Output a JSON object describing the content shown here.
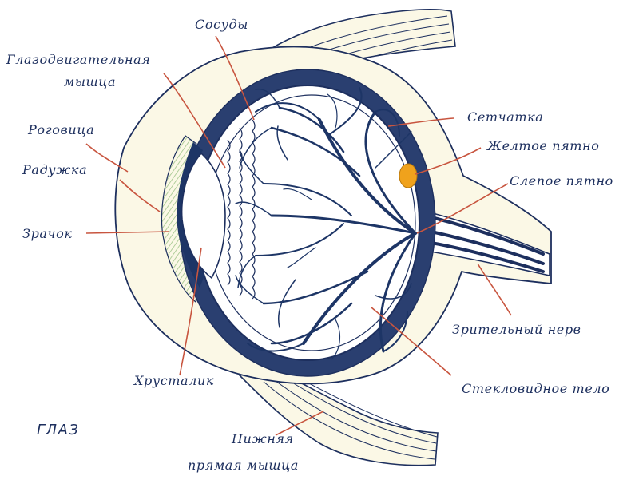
{
  "title": "ГЛАЗ",
  "colors": {
    "outline": "#1d2f5e",
    "sclera": "#fbf8e6",
    "choroid": "#2a3f70",
    "vitreous": "#ffffff",
    "leader": "#c8553f",
    "macula": "#f0a21c",
    "cornea_hatch": "#9fc48a"
  },
  "labels": {
    "vessels": "Сосуды",
    "oculomotor_line1": "Глазодвигательная",
    "oculomotor_line2": "мышца",
    "cornea": "Роговица",
    "iris": "Радужка",
    "pupil": "Зрачок",
    "lens": "Хрусталик",
    "retina": "Сетчатка",
    "macula": "Желтое пятно",
    "blind_spot": "Слепое пятно",
    "optic_nerve": "Зрительный нерв",
    "vitreous": "Стекловидное тело",
    "inferior_line1": "Нижняя",
    "inferior_line2": "прямая мышца"
  }
}
